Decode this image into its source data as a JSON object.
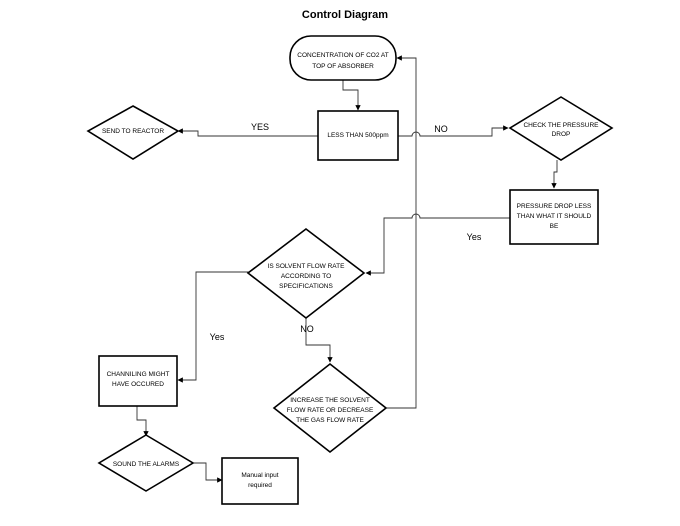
{
  "title": "Control Diagram",
  "nodes": {
    "concentration": [
      "CONCENTRATION OF CO2 AT",
      "TOP OF ABSORBER"
    ],
    "less_than": [
      "LESS THAN 500ppm"
    ],
    "send_to_reactor": [
      "SEND TO REACTOR"
    ],
    "check_pressure": [
      "CHECK THE PRESSURE",
      "DROP"
    ],
    "pressure_drop_less": [
      "PRESSURE DROP LESS",
      "THAN WHAT IT SHOULD",
      "BE"
    ],
    "solvent_flow": [
      "IS SOLVENT FLOW RATE",
      "ACCORDING TO",
      "SPECIFICATIONS"
    ],
    "channeling": [
      "CHANNILING MIGHT",
      "HAVE OCCURED"
    ],
    "increase_solvent": [
      "INCREASE THE SOLVENT",
      "FLOW RATE OR DECREASE",
      "THE GAS FLOW RATE"
    ],
    "sound_alarms": [
      "SOUND THE ALARMS"
    ],
    "manual_input": [
      "Manual input",
      "required"
    ]
  },
  "edge_labels": {
    "yes_reactor": "YES",
    "no_pressure": "NO",
    "yes_pressure": "Yes",
    "yes_channeling": "Yes",
    "no_increase": "NO"
  }
}
